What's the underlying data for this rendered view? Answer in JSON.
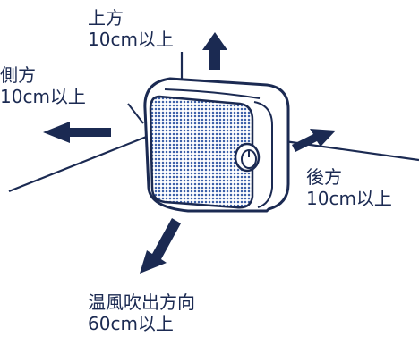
{
  "labels": {
    "top": {
      "direction": "上方",
      "clearance": "10cm以上"
    },
    "side": {
      "direction": "側方",
      "clearance": "10cm以上"
    },
    "back": {
      "direction": "後方",
      "clearance": "10cm以上"
    },
    "front": {
      "direction": "温風吹出方向",
      "clearance": "60cm以上"
    }
  },
  "colors": {
    "navy": "#1b2a52",
    "grille": "#3c5fa9",
    "body": "#ffffff"
  }
}
